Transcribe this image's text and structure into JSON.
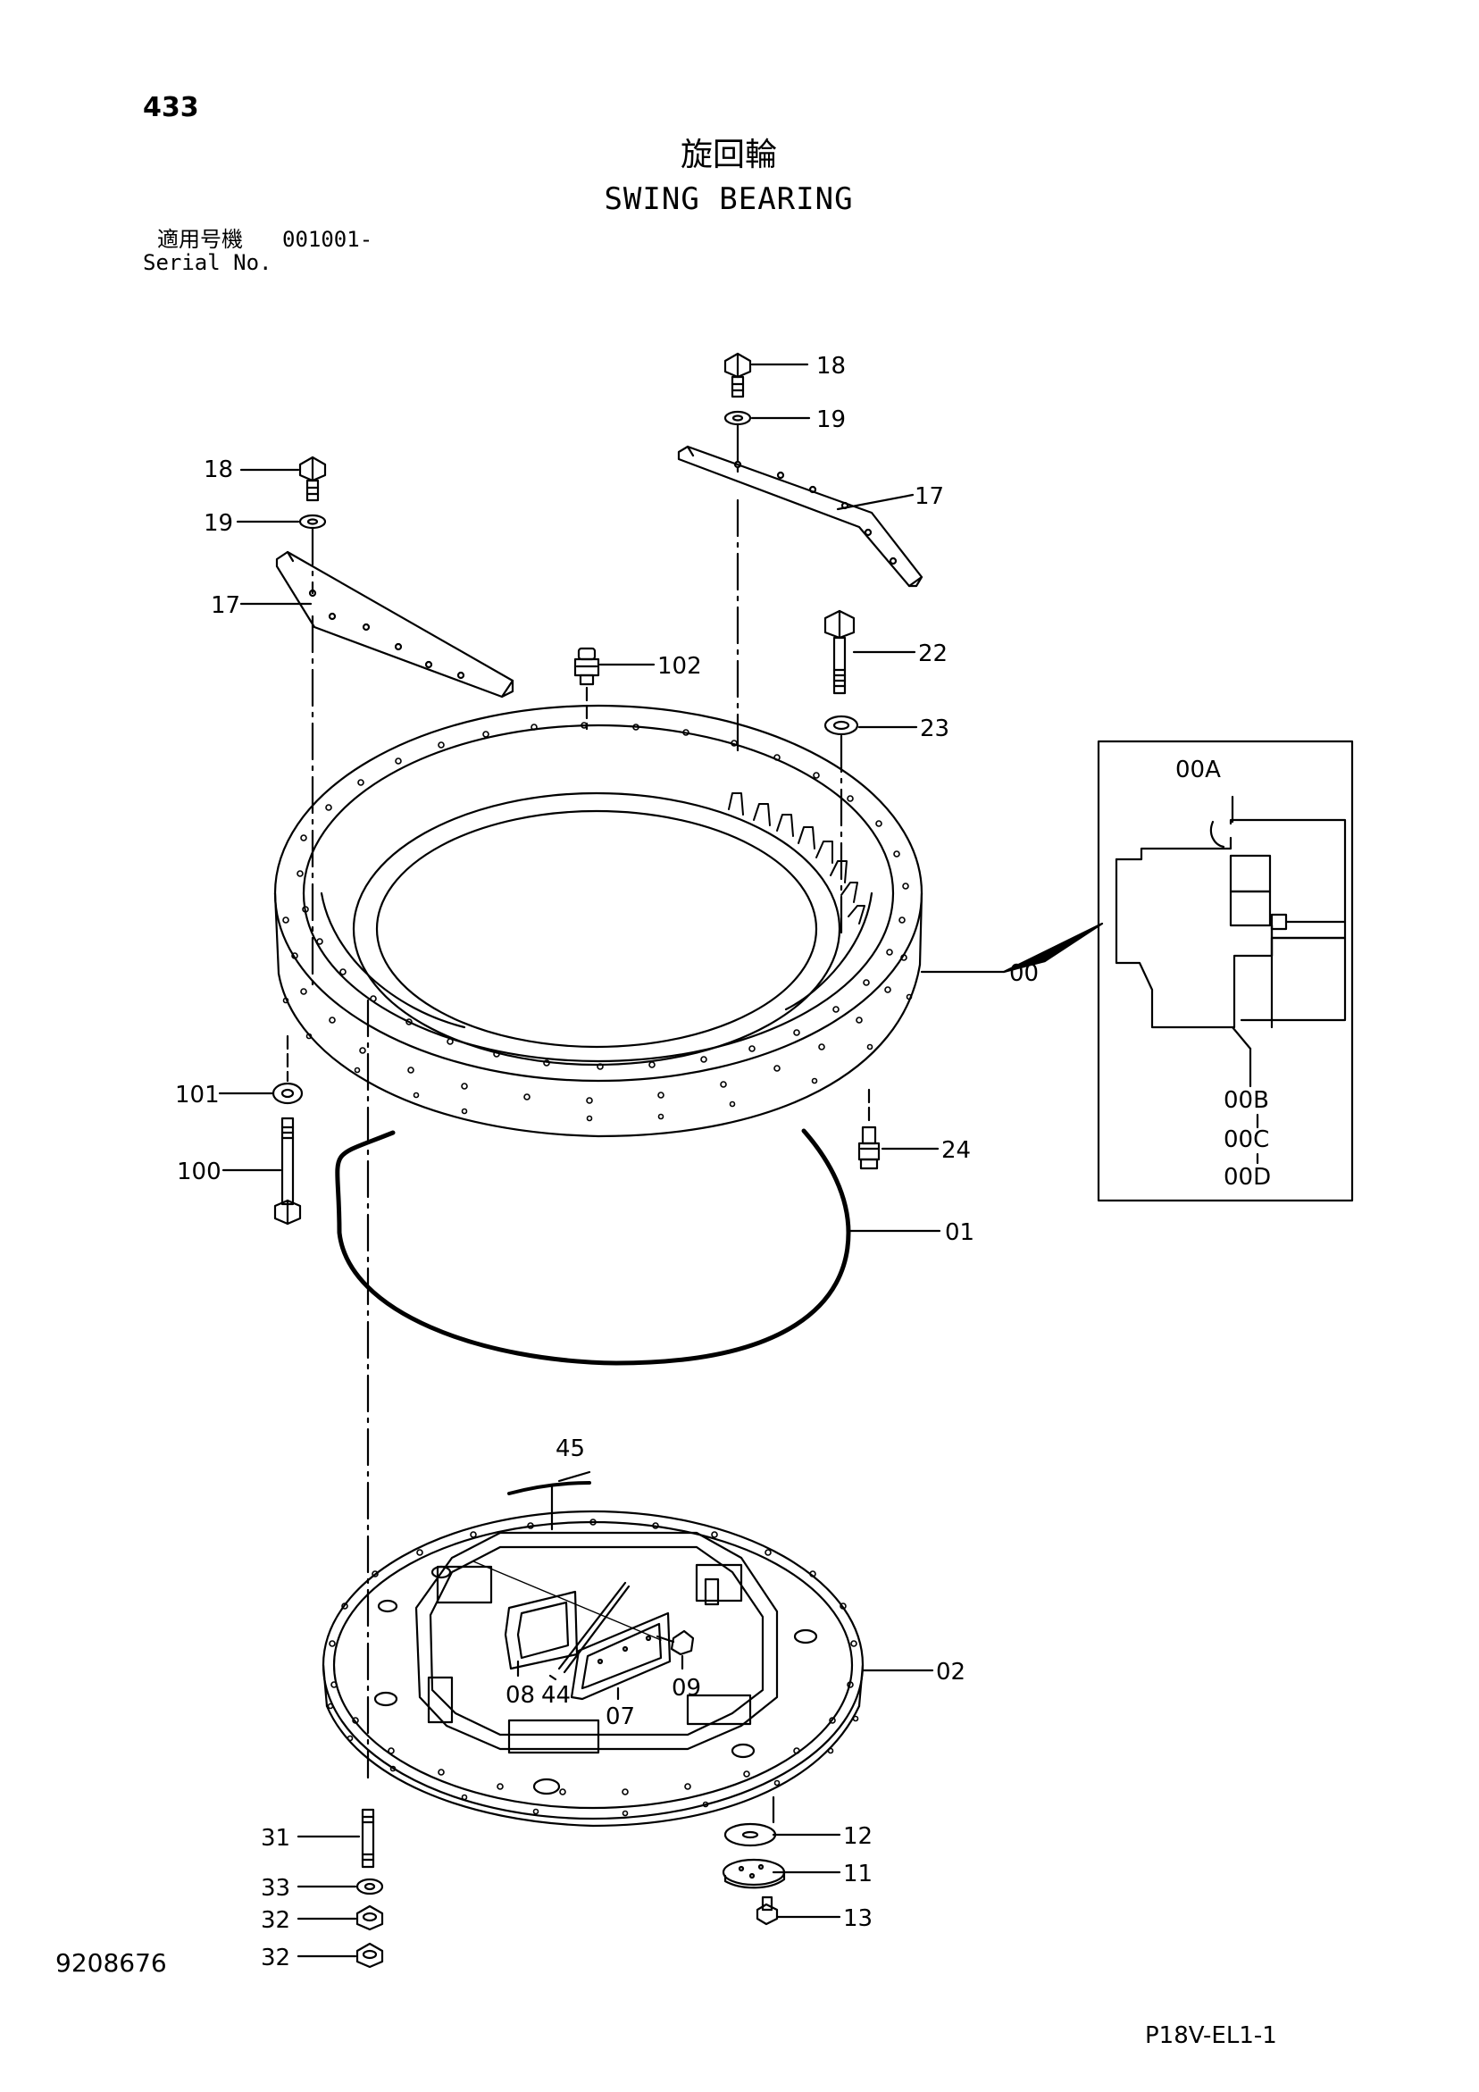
{
  "header": {
    "page_number": "433",
    "title_jp": "旋回輪",
    "title_en": "SWING BEARING",
    "serial_label_jp": "適用号機",
    "serial_value": "001001-",
    "serial_label_en": "Serial No."
  },
  "footer": {
    "doc_number": "9208676",
    "sheet_code": "P18V-EL1-1"
  },
  "callouts": {
    "c18a": "18",
    "c19a": "19",
    "c17a": "17",
    "c18b": "18",
    "c19b": "19",
    "c17b": "17",
    "c102": "102",
    "c22": "22",
    "c23": "23",
    "c00": "00",
    "c101": "101",
    "c100": "100",
    "c24": "24",
    "c01": "01",
    "c00A": "00A",
    "c00B": "00B",
    "c00C": "00C",
    "c00D": "00D",
    "c45": "45",
    "c08": "08",
    "c44": "44",
    "c07": "07",
    "c09": "09",
    "c02": "02",
    "c31": "31",
    "c33": "33",
    "c32a": "32",
    "c32b": "32",
    "c12": "12",
    "c11": "11",
    "c13": "13"
  }
}
